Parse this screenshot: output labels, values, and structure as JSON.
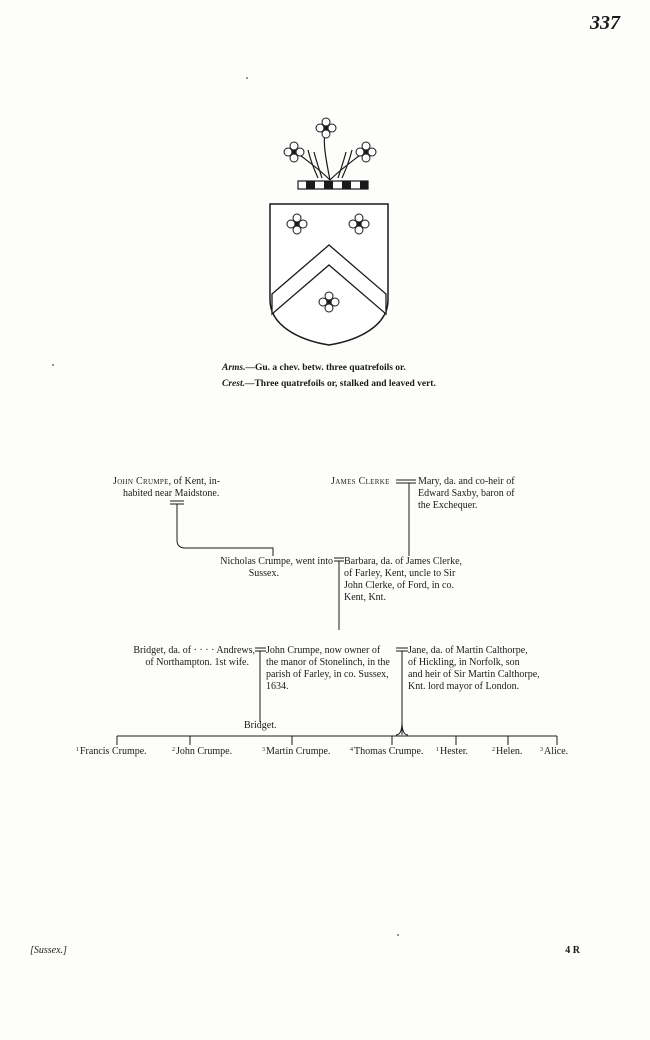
{
  "page": {
    "number": "337",
    "footer_left": "[Sussex.]",
    "footer_right": "4 R"
  },
  "heraldry": {
    "arms_label": "Arms.",
    "arms_text": "—Gu. a chev. betw. three quatrefoils or.",
    "crest_label": "Crest.",
    "crest_text": "—Three quatrefoils or, stalked and leaved vert."
  },
  "pedigree": {
    "john_crumpe": {
      "name": "John Crumpe",
      "line1": ", of Kent, in-",
      "line2": "habited near Maidstone."
    },
    "james_clerke": {
      "name": "James Clerke"
    },
    "mary": {
      "line1": "Mary, da. and co-heir of",
      "line2": "Edward Saxby, baron of",
      "line3": "the Exchequer."
    },
    "nicholas": {
      "line1": "Nicholas Crumpe, went into",
      "line2": "Sussex."
    },
    "barbara": {
      "line1": "Barbara, da. of James Clerke,",
      "line2": "of Farley, Kent, uncle to Sir",
      "line3": "John Clerke, of Ford, in co.",
      "line4": "Kent, Knt."
    },
    "bridget_andrews": {
      "line1": "Bridget, da. of · · · · Andrews,",
      "line2": "of Northampton. 1st wife."
    },
    "john_crumpe_owner": {
      "line1": "John Crumpe, now owner of",
      "line2": "the manor of Stonelinch, in the",
      "line3": "parish of Farley, in co. Sussex,",
      "line4": "1634."
    },
    "jane": {
      "line1": "Jane, da. of Martin Calthorpe,",
      "line2": "of Hickling, in Norfolk, son",
      "line3": "and heir of Sir Martin Calthorpe,",
      "line4": "Knt. lord mayor of London."
    },
    "bridget_daughter": "Bridget.",
    "children": [
      {
        "num": "1",
        "name": "Francis Crumpe."
      },
      {
        "num": "2",
        "name": "John Crumpe."
      },
      {
        "num": "3",
        "name": "Martin Crumpe."
      },
      {
        "num": "4",
        "name": "Thomas Crumpe."
      },
      {
        "num": "1",
        "name": "Hester."
      },
      {
        "num": "2",
        "name": "Helen."
      },
      {
        "num": "3",
        "name": "Alice."
      }
    ]
  },
  "colors": {
    "ink": "#1a1a1a",
    "paper": "#fdfdfb"
  }
}
